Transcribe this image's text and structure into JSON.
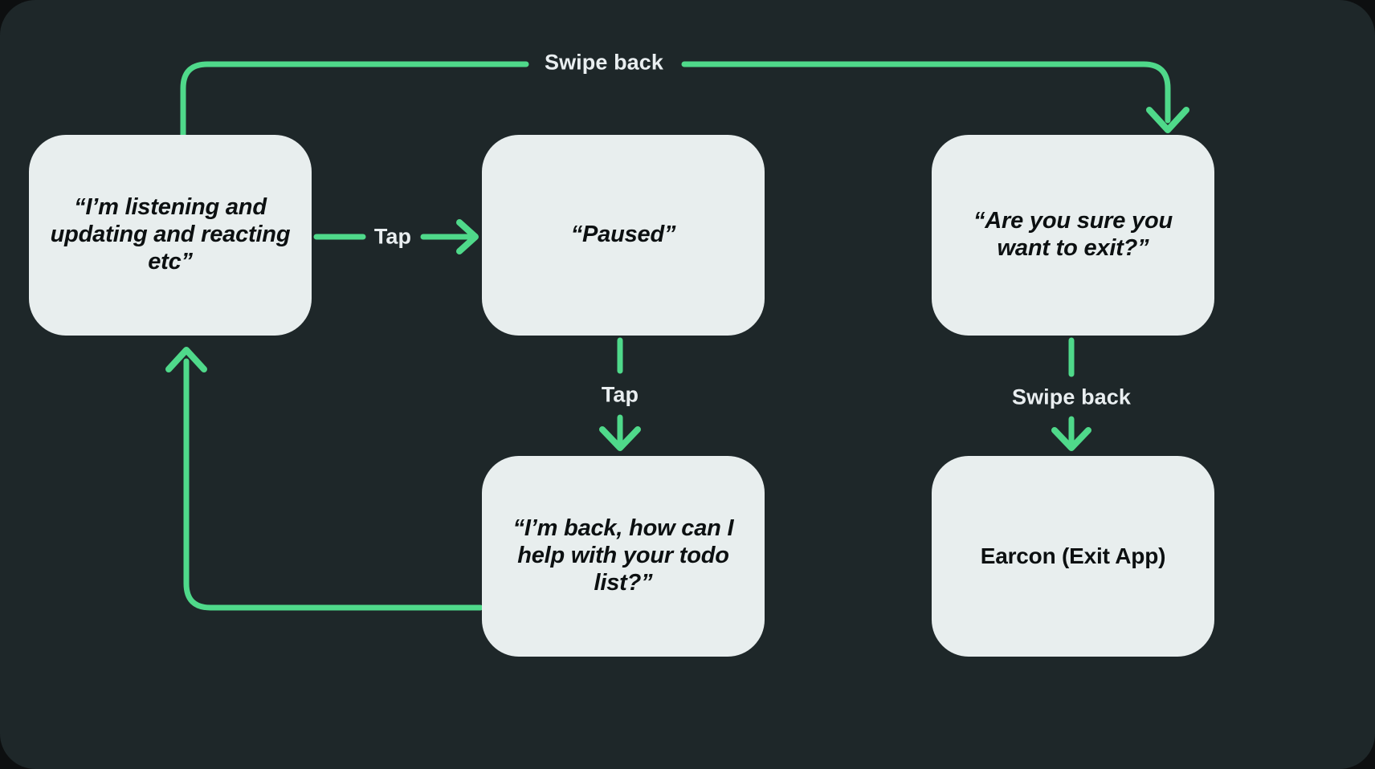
{
  "theme": {
    "background": "#1e2729",
    "node_fill": "#e8eeee",
    "node_text": "#0c1011",
    "accent_green": "#4fd98a",
    "label_text": "#e9eef0"
  },
  "diagram": {
    "type": "flow",
    "nodes": [
      {
        "id": "listening",
        "label": "“I’m listening and updating and reacting etc”",
        "style": "italic"
      },
      {
        "id": "paused",
        "label": "“Paused”",
        "style": "italic"
      },
      {
        "id": "confirm",
        "label": "“Are you sure you want to exit?”",
        "style": "italic"
      },
      {
        "id": "back",
        "label": "“I’m back, how can I help with your todo list?”",
        "style": "italic"
      },
      {
        "id": "earcon",
        "label": "Earcon (Exit App)",
        "style": "plain"
      }
    ],
    "edges": [
      {
        "id": "listening-to-confirm",
        "from": "listening",
        "to": "confirm",
        "label": "Swipe back"
      },
      {
        "id": "listening-to-paused",
        "from": "listening",
        "to": "paused",
        "label": "Tap"
      },
      {
        "id": "paused-to-back",
        "from": "paused",
        "to": "back",
        "label": "Tap"
      },
      {
        "id": "confirm-to-earcon",
        "from": "confirm",
        "to": "earcon",
        "label": "Swipe back"
      },
      {
        "id": "back-to-listening",
        "from": "back",
        "to": "listening",
        "label": ""
      }
    ]
  }
}
